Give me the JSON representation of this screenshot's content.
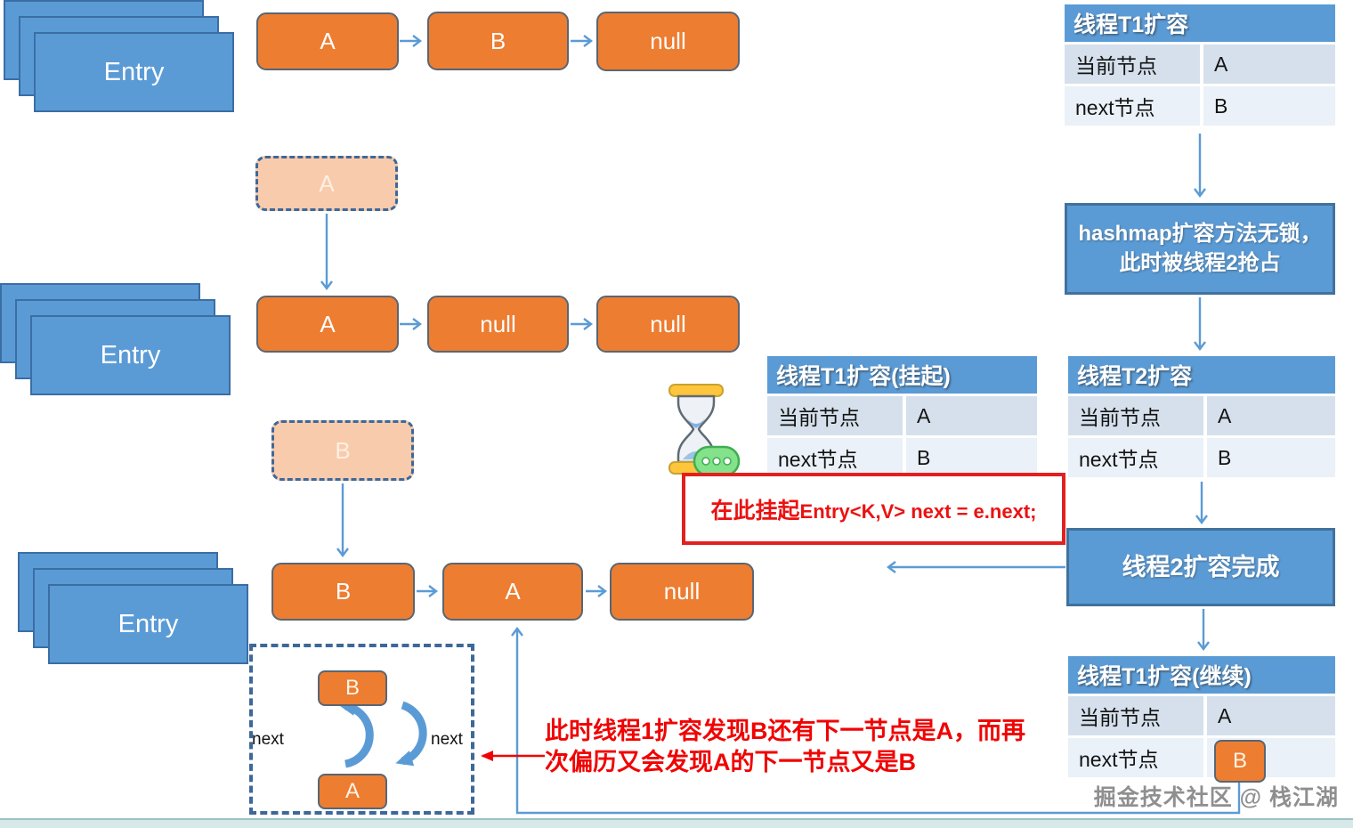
{
  "nodes": {
    "entry": "Entry",
    "row1": [
      "A",
      "B",
      "null"
    ],
    "row2": [
      "A",
      "null",
      "null"
    ],
    "row3": [
      "B",
      "A",
      "null"
    ],
    "ghost_a": "A",
    "ghost_b": "B"
  },
  "cycle": {
    "top": "B",
    "bottom": "A",
    "next_left": "next",
    "next_right": "next"
  },
  "tables": [
    {
      "title": "线程T1扩容",
      "rows": [
        [
          "当前节点",
          "A"
        ],
        [
          "next节点",
          "B"
        ]
      ]
    },
    {
      "title": "线程T1扩容(挂起)",
      "rows": [
        [
          "当前节点",
          "A"
        ],
        [
          "next节点",
          "B"
        ]
      ]
    },
    {
      "title": "线程T2扩容",
      "rows": [
        [
          "当前节点",
          "A"
        ],
        [
          "next节点",
          "B"
        ]
      ]
    },
    {
      "title": "线程T1扩容(继续)",
      "rows": [
        [
          "当前节点",
          "A"
        ],
        [
          "next节点",
          "B"
        ]
      ]
    }
  ],
  "flow": {
    "preempt_line1": "hashmap扩容方法无锁，",
    "preempt_line2": "此时被线程2抢占",
    "t2_done": "线程2扩容完成"
  },
  "notes": {
    "suspend_zh": "在此挂起",
    "suspend_code": "Entry<K,V> next = e.next;",
    "loop_line1": "此时线程1扩容发现B还有下一节点是A，而再",
    "loop_line2": "次偏历又会发现A的下一节点又是B"
  },
  "watermark": "掘金技术社区 @ 栈江湖",
  "colors": {
    "node_orange": "#ED7D31",
    "ghost_orange": "#F8CBAD",
    "entry_blue": "#5B9BD5",
    "table_header_blue": "#5B9BD5",
    "table_row_dark": "#D5E0EC",
    "table_row_light": "#EAF1F8",
    "process_border_blue": "#41719C",
    "annotation_red": "#EC1111",
    "arrow_blue": "#5B9BD5",
    "dashed_border_blue": "#3d6899"
  }
}
